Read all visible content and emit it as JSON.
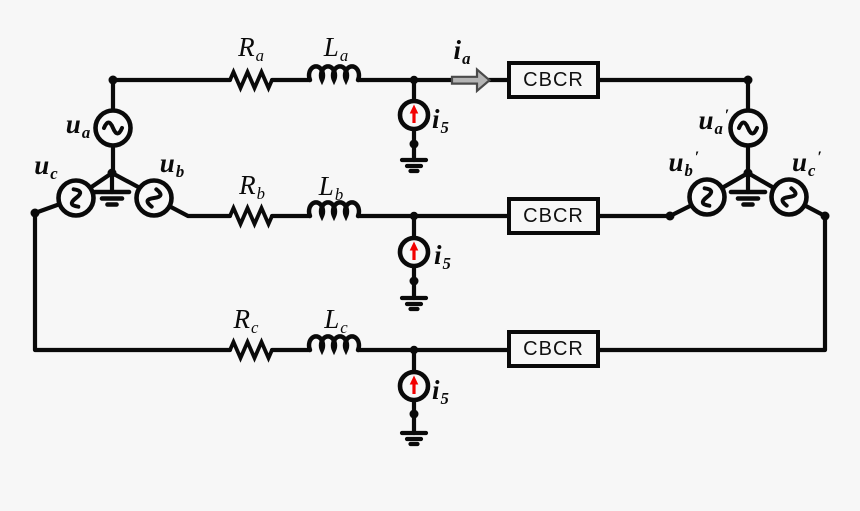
{
  "colors": {
    "background": "#f7f7f7",
    "ink": "#0a0a0a",
    "red": "#f20000",
    "arrow_fill": "#b4b4b4",
    "arrow_stroke": "#4a4a4a"
  },
  "labels": {
    "ra": {
      "main": "R",
      "sub": "a"
    },
    "la": {
      "main": "L",
      "sub": "a"
    },
    "rb": {
      "main": "R",
      "sub": "b"
    },
    "lb": {
      "main": "L",
      "sub": "b"
    },
    "rc": {
      "main": "R",
      "sub": "c"
    },
    "lc": {
      "main": "L",
      "sub": "c"
    },
    "ia": {
      "main": "i",
      "sub": "a"
    },
    "i5_top": {
      "main": "i",
      "sub": "5"
    },
    "i5_mid": {
      "main": "i",
      "sub": "5"
    },
    "i5_bot": {
      "main": "i",
      "sub": "5"
    },
    "ua": {
      "main": "u",
      "sub": "a"
    },
    "ub": {
      "main": "u",
      "sub": "b"
    },
    "uc": {
      "main": "u",
      "sub": "c"
    },
    "ua_prime": {
      "main": "u",
      "sub": "a",
      "prime": "′"
    },
    "ub_prime": {
      "main": "u",
      "sub": "b",
      "prime": "′"
    },
    "uc_prime": {
      "main": "u",
      "sub": "c",
      "prime": "′"
    }
  },
  "blocks": {
    "cbcr_top": "CBCR",
    "cbcr_mid": "CBCR",
    "cbcr_bot": "CBCR"
  }
}
